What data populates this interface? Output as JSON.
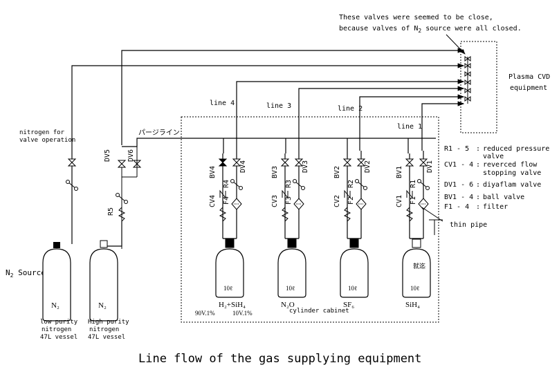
{
  "note": {
    "line1": "These valves were seemed to be close,",
    "line2_pre": "because valves of N",
    "line2_sub": "2",
    "line2_post": " source were all closed."
  },
  "plasma": {
    "line1": "Plasma CVD",
    "line2": "equipment"
  },
  "lines": {
    "line1": "line 1",
    "line2": "line 2",
    "line3": "line 3",
    "line4": "line 4"
  },
  "purge_line": "パージライン",
  "nitrogen_valve": {
    "line1": "nitrogen for",
    "line2": "valve operation"
  },
  "n2_source": {
    "pre": "N",
    "sub": "2",
    "post": " Source"
  },
  "source_valves": {
    "dv5": "DV5",
    "dv6": "DV6",
    "r5": "R5"
  },
  "legend": [
    {
      "key": "R1 - 5",
      "sep": ":",
      "text": "reduced pressure"
    },
    {
      "key": "",
      "sep": "",
      "text": "valve"
    },
    {
      "key": "CV1 - 4",
      "sep": ":",
      "text": "reverced flow"
    },
    {
      "key": "",
      "sep": "",
      "text": "stopping valve"
    },
    {
      "key": "DV1 - 6",
      "sep": ":",
      "text": "diyaflam valve"
    },
    {
      "key": "BV1 - 4",
      "sep": ":",
      "text": "ball valve"
    },
    {
      "key": "F1 - 4",
      "sep": ":",
      "text": "filter"
    }
  ],
  "thin_pipe": "thin pipe",
  "cabinet_label": "cylinder cabinet",
  "cabinet_groups": [
    {
      "bv": "BV4",
      "dv": "DV4",
      "cv": "CV4",
      "r": "R4",
      "f": "F4",
      "volume": "10ℓ",
      "gas": "H₂+SiH₄",
      "concentration_1": "90V.1%",
      "concentration_2": "10V.1%"
    },
    {
      "bv": "BV3",
      "dv": "DV3",
      "cv": "CV3",
      "r": "R3",
      "f": "F3",
      "volume": "10ℓ",
      "gas": "N₂O"
    },
    {
      "bv": "BV2",
      "dv": "DV2",
      "cv": "CV2",
      "r": "R2",
      "f": "F2",
      "volume": "10ℓ",
      "gas": "SF₆"
    },
    {
      "bv": "BV1",
      "dv": "DV1",
      "cv": "CV1",
      "r": "R1",
      "f": "F1",
      "volume": "10ℓ",
      "gas": "SiH₄",
      "cylinder_mark": "就迄"
    }
  ],
  "n2_cylinders": [
    {
      "label": "N₂",
      "line1": "low purity",
      "line2": "nitrogen",
      "line3": "47L vessel"
    },
    {
      "label": "N₂",
      "line1": "High purity",
      "line2": "nitrogen",
      "line3": "47L vessel"
    }
  ],
  "caption": "Line flow of the gas supplying equipment"
}
